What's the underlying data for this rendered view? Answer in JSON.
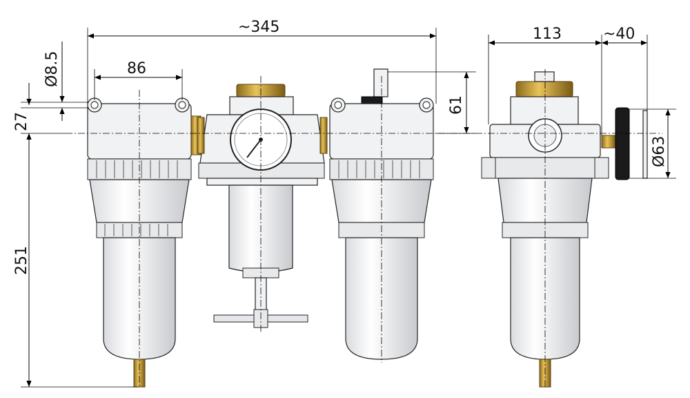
{
  "dimensions": {
    "overall_width": "~345",
    "mount_spacing": "86",
    "hole_diameter": "Ø8.5",
    "top_offset": "27",
    "height": "251",
    "drain_height": "61",
    "side_width": "113",
    "gauge_protrusion": "~40",
    "gauge_diameter": "Ø63"
  },
  "colors": {
    "body": "#f1f2f4",
    "brass": "#c9a12e",
    "gauge_case": "#1a1a1a",
    "line": "#000000"
  }
}
